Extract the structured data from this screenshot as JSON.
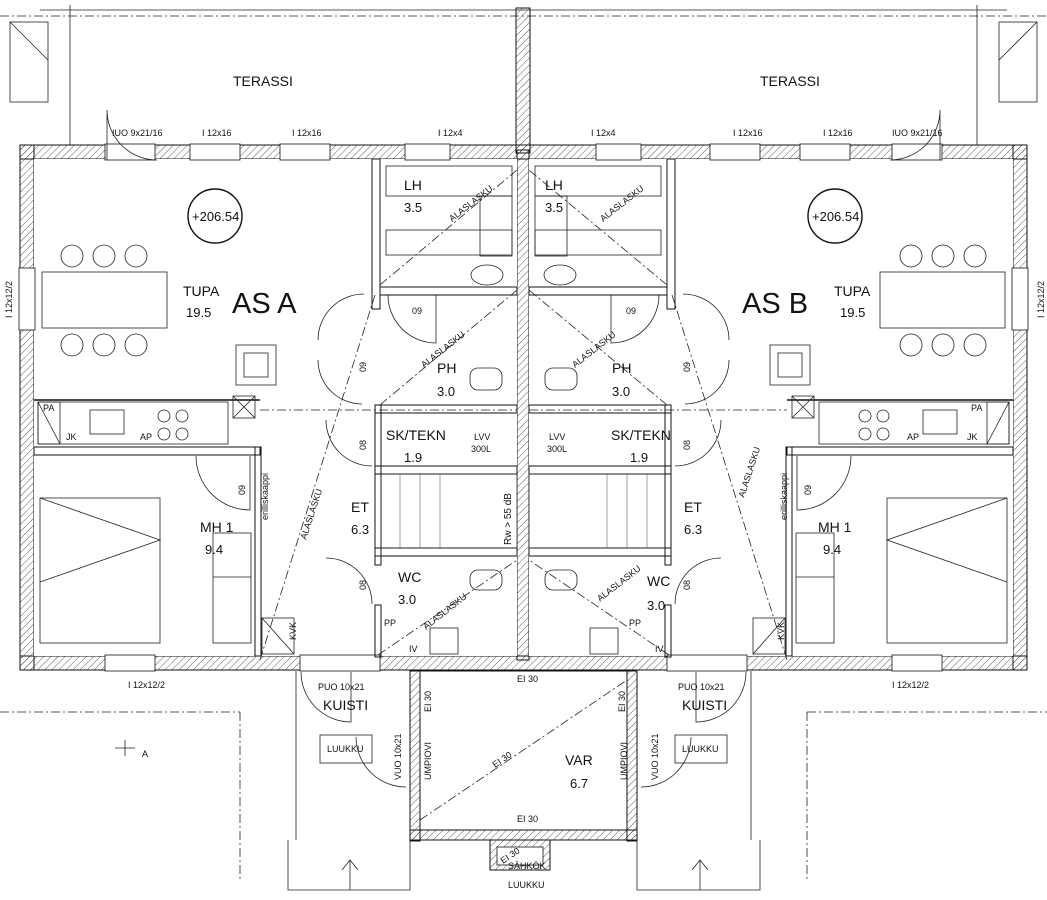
{
  "units": {
    "a": {
      "name": "AS A",
      "elevation": "+206.54"
    },
    "b": {
      "name": "AS B",
      "elevation": "+206.54"
    }
  },
  "rooms": {
    "terrace_a": "TERASSI",
    "terrace_b": "TERASSI",
    "tupa_a": {
      "name": "TUPA",
      "area": "19.5"
    },
    "tupa_b": {
      "name": "TUPA",
      "area": "19.5"
    },
    "lh_a": {
      "name": "LH",
      "area": "3.5"
    },
    "lh_b": {
      "name": "LH",
      "area": "3.5"
    },
    "ph_a": {
      "name": "PH",
      "area": "3.0"
    },
    "ph_b": {
      "name": "PH",
      "area": "3.0"
    },
    "sk_a": {
      "name": "SK/TEKN",
      "area": "1.9"
    },
    "sk_b": {
      "name": "SK/TEKN",
      "area": "1.9"
    },
    "et_a": {
      "name": "ET",
      "area": "6.3"
    },
    "et_b": {
      "name": "ET",
      "area": "6.3"
    },
    "wc_a": {
      "name": "WC",
      "area": "3.0"
    },
    "wc_b": {
      "name": "WC",
      "area": "3.0"
    },
    "mh_a": {
      "name": "MH 1",
      "area": "9.4"
    },
    "mh_b": {
      "name": "MH 1",
      "area": "9.4"
    },
    "kuisti_a": "KUISTI",
    "kuisti_b": "KUISTI",
    "var": {
      "name": "VAR",
      "area": "6.7"
    },
    "sahkok": "SÄHKÖK"
  },
  "windows": {
    "top_a_door": "IUO 9x21/16",
    "top_a_1": "I 12x16",
    "top_a_2": "I 12x16",
    "top_a_3": "I 12x4",
    "top_b_3": "I 12x4",
    "top_b_2": "I 12x16",
    "top_b_1": "I 12x16",
    "top_b_door": "IUO 9x21/16",
    "side_a": "I 12x12/2",
    "side_b": "I 12x12/2",
    "bottom_a": "I 12x12/2",
    "bottom_b": "I 12x12/2"
  },
  "doors": {
    "puo_a": "PUO 10x21",
    "puo_b": "PUO 10x21",
    "vuo_a": "VUO 10x21",
    "vuo_b": "VUO 10x21",
    "umpiovi_a": "UMPIOVI",
    "umpiovi_b": "UMPIOVI",
    "d09": "09",
    "d08": "08",
    "d09v": "09"
  },
  "annotations": {
    "alaslasku": "ALASLASKU",
    "luukku": "LUUKKU",
    "ei30": "EI 30",
    "lvv": "LVV",
    "lvv_vol": "300L",
    "rw": "Rw > 55 dB",
    "pa": "PA",
    "jk": "JK",
    "ap": "AP",
    "pp": "PP",
    "iv": "IV",
    "kvk": "KVK",
    "erillis": "erilliskaappi",
    "section": "A"
  }
}
